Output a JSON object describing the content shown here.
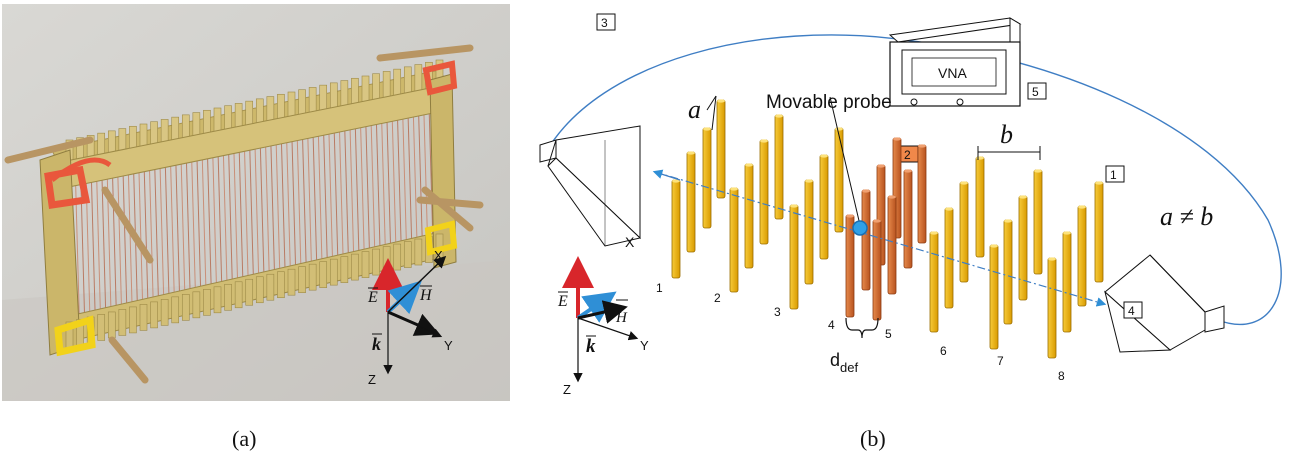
{
  "captions": {
    "left": "(a)",
    "right": "(b)"
  },
  "photo_axes": {
    "e": "E",
    "h": "H",
    "k": "k",
    "x": "X",
    "y": "Y",
    "z": "Z"
  },
  "diagram": {
    "vna_label": "VNA",
    "probe_label": "Movable probe",
    "tag_cable": "3",
    "tag_probe": "2",
    "tag_vna": "5",
    "tag_lattice": "1",
    "tag_horn": "4",
    "spacing_a": "a",
    "spacing_b": "b",
    "inequality": "a ≠ b",
    "x_label": "X",
    "defect_left": "4",
    "defect_right": "5",
    "defect_label_main": "d",
    "defect_label_sub": "def",
    "row_numbers": [
      "1",
      "2",
      "3",
      "6",
      "7",
      "8"
    ],
    "axes": {
      "e": "E",
      "h": "H",
      "k": "k",
      "y": "Y",
      "z": "Z"
    }
  },
  "colors": {
    "e_field": "#d8262b",
    "h_field": "#2f8fd6",
    "rod_normal": "#f2b400",
    "rod_defect": "#d46a2c",
    "cable": "#3f7ec4",
    "probe": "#2fa0e8",
    "tag_probe_fill": "#f0884a",
    "rubber_band": "#e9573c",
    "yellow_band": "#f2d21a",
    "frame": "#d6c27a"
  }
}
